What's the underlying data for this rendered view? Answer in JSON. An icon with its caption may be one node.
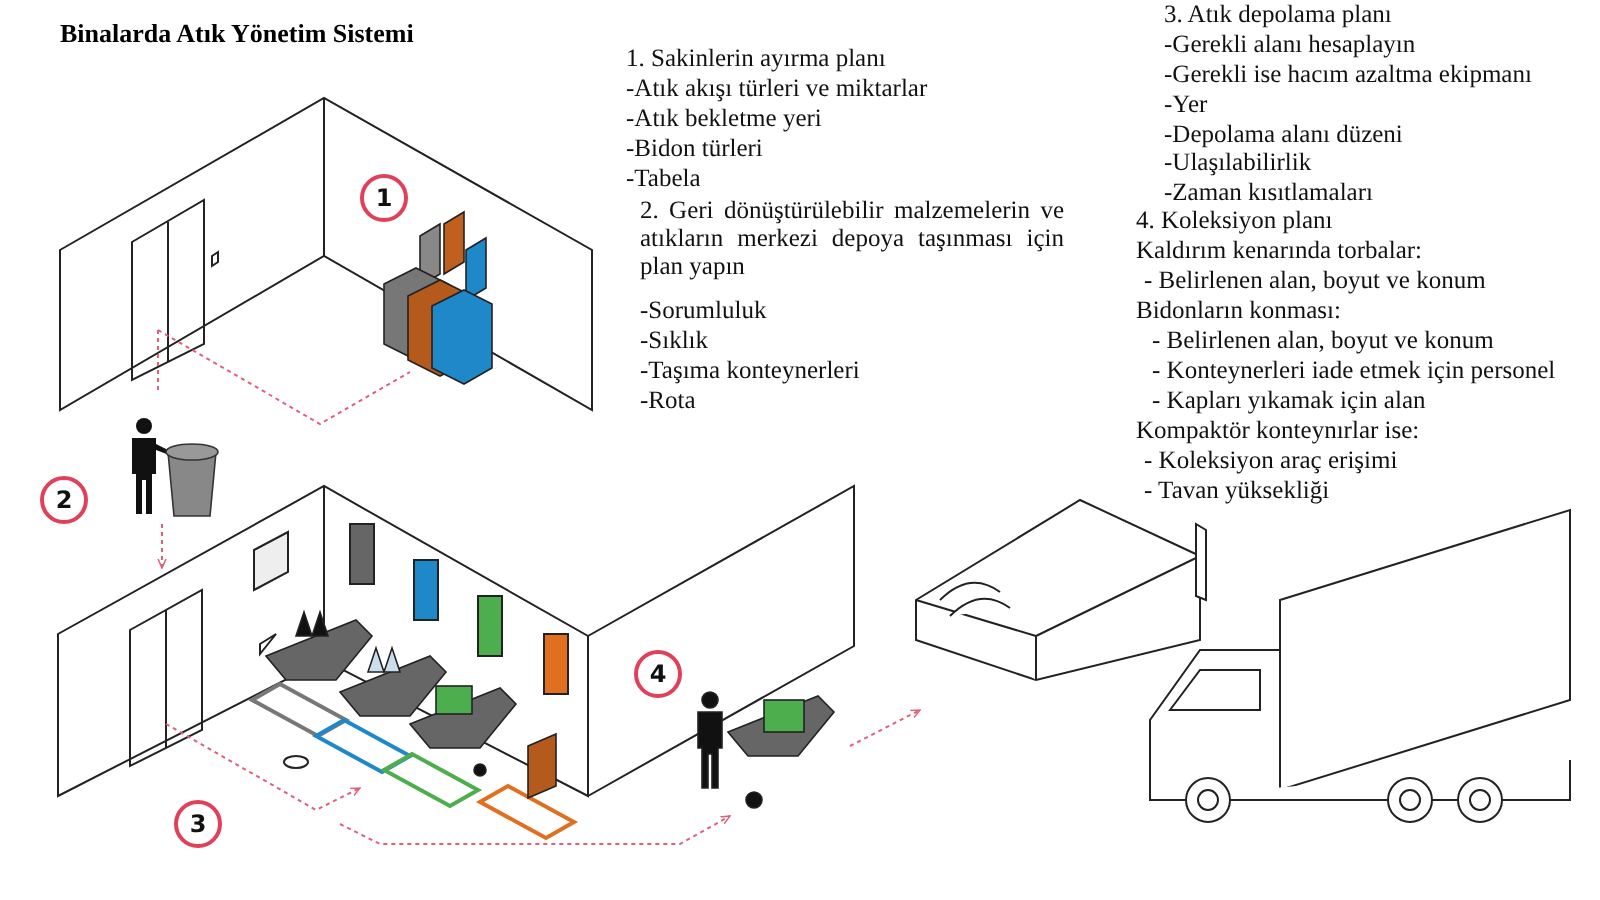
{
  "diagram": {
    "title": "Binalarda Atık Yönetim Sistemi",
    "labels": [
      "1. Sakinlerin ayırma planı",
      "-Atık akışı türleri ve miktarlar",
      "-Atık bekletme yeri",
      "-Bidon türleri",
      "-Tabela",
      "3. Atık depolama planı",
      "-Gerekli alanı hesaplayın",
      "-Gerekli ise hacım azaltma ekipmanı",
      "-Yer",
      "-Depolama alanı düzeni",
      "-Ulaşılabilirlik",
      "-Zaman kısıtlamaları",
      "2. Geri dönüştürülebilir malzemelerin ve atıkların merkezi depoya taşınması için plan yapın",
      "-Sorumluluk",
      "-Sıklık",
      "-Taşıma konteynerleri",
      "-Rota",
      "4. Koleksiyon planı",
      "Kaldırım kenarında torbalar:",
      "- Belirlenen alan, boyut ve konum",
      "Bidonların konması:",
      "- Belirlenen alan, boyut ve konum",
      "- Konteynerleri iade etmek için personel",
      "- Kapları yıkamak için alan",
      "Kompaktör konteynırlar ise:",
      "- Koleksiyon araç erişimi",
      "- Tavan yüksekliği",
      "1",
      "2",
      "3",
      "4"
    ]
  }
}
